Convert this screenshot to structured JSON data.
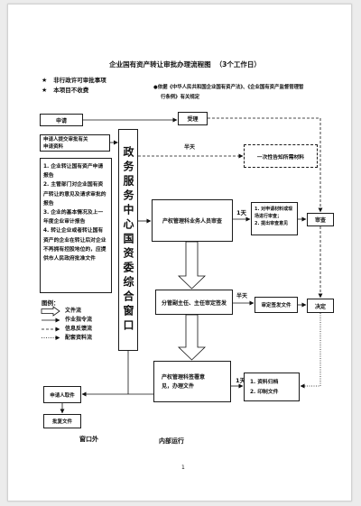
{
  "page": {
    "title": "企业国有资产转让审批办理流程图",
    "title_note": "（3个工作日）",
    "notes": [
      "非行政许可审批事项",
      "本项目不收费"
    ],
    "basis": [
      "●依据《中华人民共和国企业国有资产法》、《企业国有资产监督管理暂",
      "行条例》有关规定"
    ],
    "page_number": "1"
  },
  "flow": {
    "apply": "申请",
    "accept": "受理",
    "window": "政务服务中心国资委综合窗口",
    "submit_materials": [
      "申请人提交审批有关",
      "申请资料"
    ],
    "materials": [
      "1. 企业转让国有资产申请报告",
      "2. 主管部门对企业国有资产转让的意见及请求审批的报告",
      "3. 企业的基本情况及上一年度企业审计报告",
      "4. 转让企业或者转让国有资产的企业在转让后对企业不再拥有控股地位的，应提供市人民政府批准文件"
    ],
    "notify_time": "半天",
    "notify_once": "一次性告知所需材料",
    "review": "产权管理科业务人员审查",
    "review_time": "1天",
    "review_detail": [
      "1. 对申请材料或现场进行审查；",
      "2. 提出审查意见"
    ],
    "review_stage": "审查",
    "approve": "分管副主任、主任审定签发",
    "approve_time": "半天",
    "approve_detail": "审定签发文件",
    "decision": "决定",
    "process": "产权管理科签署意见，办理文件",
    "process_time": "1天",
    "process_detail": [
      "1. 资料归档",
      "2. 印制文件"
    ],
    "pickup": "申请人取件",
    "reply": "批复文件",
    "outside_window": "窗口外",
    "internal": "内部运行"
  },
  "legend": {
    "title": "图例：",
    "items": [
      "文件流",
      "作业指令流",
      "信息反馈流",
      "配套资料流"
    ]
  }
}
